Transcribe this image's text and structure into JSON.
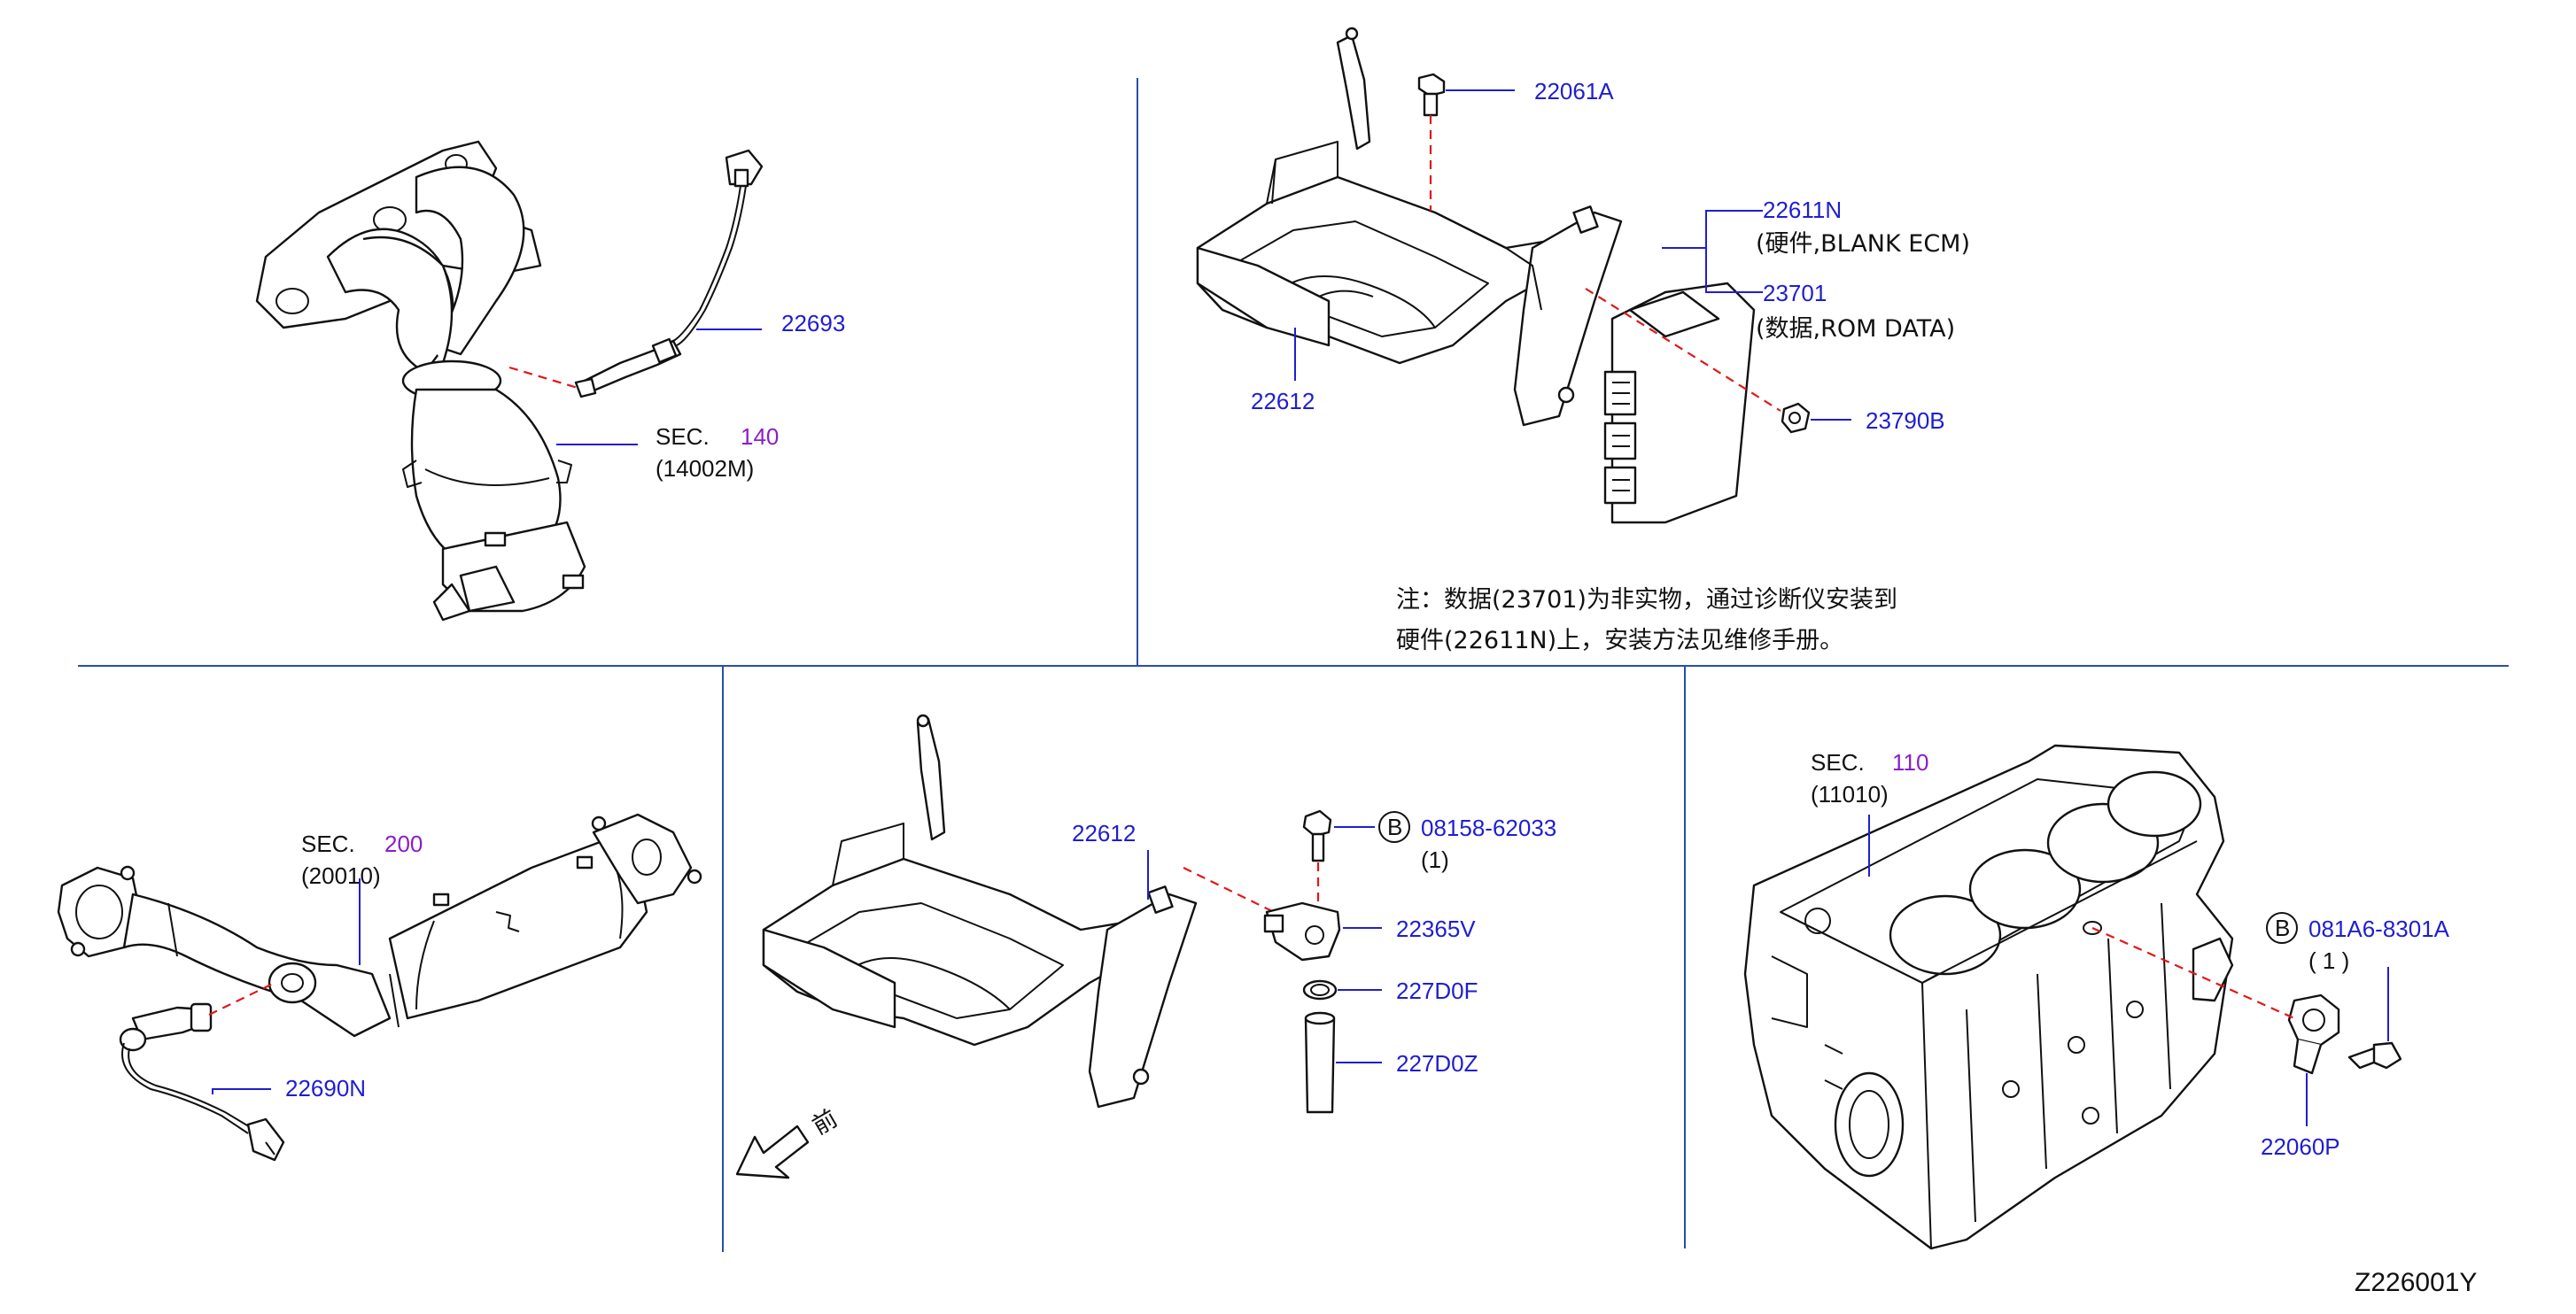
{
  "labels": {
    "p22693": "22693",
    "sec140_prefix": "SEC.",
    "sec140_num": "140",
    "sec140_part": "(14002M)",
    "p22061A": "22061A",
    "p22611N": "22611N",
    "p22611N_desc": "(硬件,BLANK   ECM)",
    "p23701": "23701",
    "p23701_desc": "(数据,ROM   DATA)",
    "p22612_top": "22612",
    "p23790B": "23790B",
    "note_line1": "注：数据(23701)为非实物，通过诊断仪安装到",
    "note_line2": "硬件(22611N)上，安装方法见维修手册。",
    "sec200_prefix": "SEC.",
    "sec200_num": "200",
    "sec200_part": "(20010)",
    "p22690N": "22690N",
    "p22612_mid": "22612",
    "b_circle_1": "B",
    "p08158": "08158-62033",
    "p08158_qty": "(1)",
    "p22365V": "22365V",
    "p227D0F": "227D0F",
    "p227D0Z": "227D0Z",
    "front_char": "前",
    "sec110_prefix": "SEC.",
    "sec110_num": "110",
    "sec110_part": "(11010)",
    "b_circle_2": "B",
    "p081A6": "081A6-8301A",
    "p081A6_qty": "(   1   )",
    "p22060P": "22060P",
    "diagram_id": "Z226001Y"
  },
  "colors": {
    "part_number": "#1e1ed2",
    "section_ref": "#8a1ec8",
    "text": "#111111",
    "divider": "#2a4fa8",
    "dashed_guide": "#e01818"
  }
}
